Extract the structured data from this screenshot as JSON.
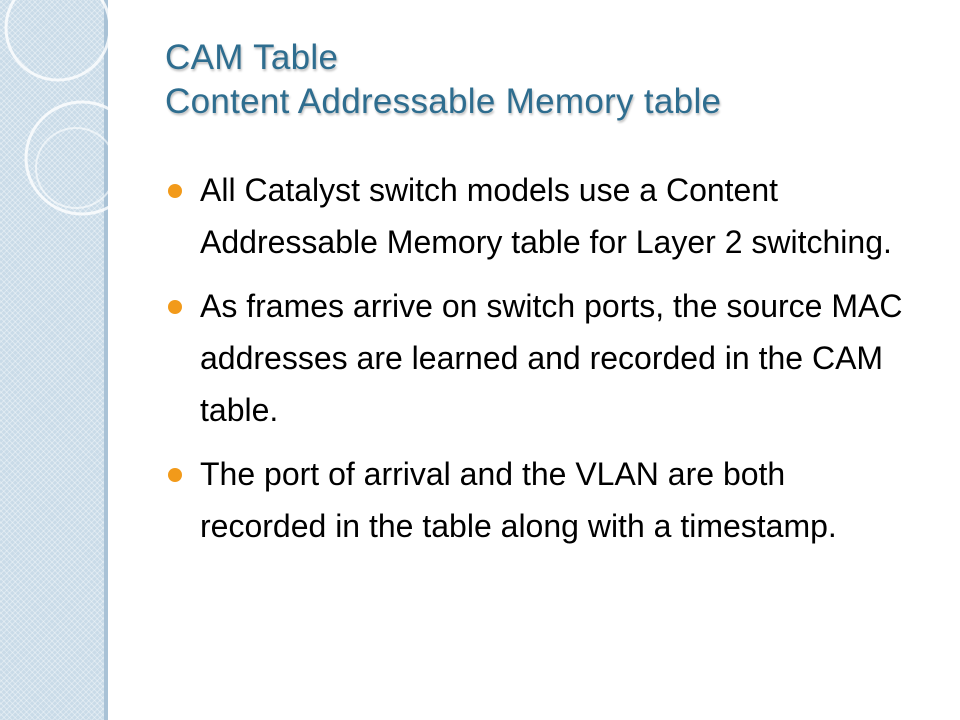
{
  "slide": {
    "title_line1": "CAM Table",
    "title_line2": "Content Addressable Memory table",
    "bullets": [
      {
        "text": "All Catalyst switch models use a Content Addressable Memory table for Layer 2 switching."
      },
      {
        "text": "As frames arrive on switch ports, the source MAC addresses are learned and recorded in the CAM table."
      },
      {
        "text": "The port of arrival and the VLAN are both recorded in the table along with a timestamp."
      }
    ]
  },
  "colors": {
    "title": "#2e6d8f",
    "bullet": "#f29a1a",
    "side_band": "#c9dbe8"
  }
}
